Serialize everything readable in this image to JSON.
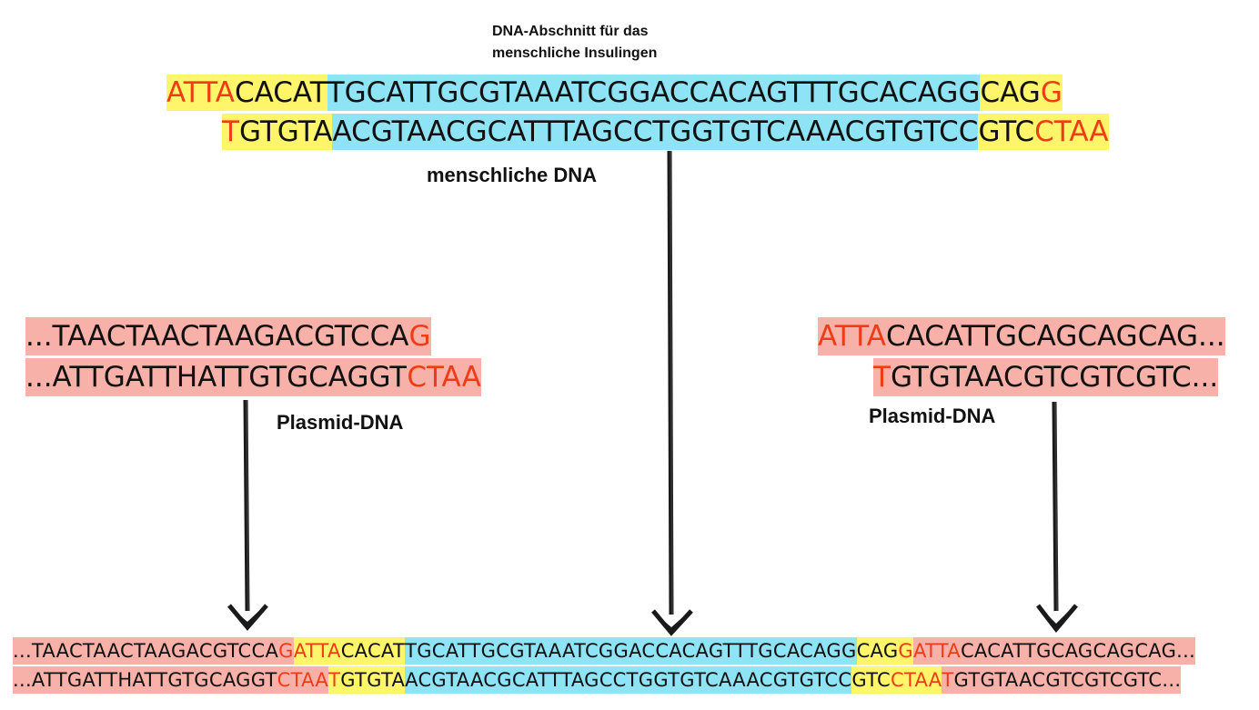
{
  "labels": {
    "insulin_gene_line1": "DNA-Abschnitt für das",
    "insulin_gene_line2": "menschliche Insulingen",
    "human_dna": "menschliche DNA",
    "plasmid_left": "Plasmid-DNA",
    "plasmid_right": "Plasmid-DNA"
  },
  "human_dna": {
    "top": [
      {
        "text": "ATTA",
        "bg": "yellow",
        "red": true
      },
      {
        "text": "CACAT",
        "bg": "yellow",
        "red": false
      },
      {
        "text": "TGCATTGCGTAAATCGGACCACAGTTTGCACAGG",
        "bg": "blue",
        "red": false
      },
      {
        "text": "CAG",
        "bg": "yellow",
        "red": false
      },
      {
        "text": "G",
        "bg": "yellow",
        "red": true
      }
    ],
    "bottom": [
      {
        "text": "T",
        "bg": "yellow",
        "red": true
      },
      {
        "text": "GTGTA",
        "bg": "yellow",
        "red": false
      },
      {
        "text": "ACGTAACGCATTTAGCCTGGTGTCAAACGTGTCC",
        "bg": "blue",
        "red": false
      },
      {
        "text": "GTC",
        "bg": "yellow",
        "red": false
      },
      {
        "text": "CTAA",
        "bg": "yellow",
        "red": true
      }
    ]
  },
  "plasmid_left": {
    "top": [
      {
        "text": "...TAACTAACTAAGACGTCCA",
        "bg": "pink",
        "red": false
      },
      {
        "text": "G",
        "bg": "pink",
        "red": true
      }
    ],
    "bottom": [
      {
        "text": "...ATTGATTHATTGTGCAGGT",
        "bg": "pink",
        "red": false
      },
      {
        "text": "CTAA",
        "bg": "pink",
        "red": true
      }
    ]
  },
  "plasmid_right": {
    "top": [
      {
        "text": "ATTA",
        "bg": "pink",
        "red": true
      },
      {
        "text": "CACATTGCAGCAGCAG...",
        "bg": "pink",
        "red": false
      }
    ],
    "bottom": [
      {
        "text": "T",
        "bg": "pink",
        "red": true
      },
      {
        "text": "GTGTAACGTCGTCGTC...",
        "bg": "pink",
        "red": false
      }
    ]
  },
  "recombinant": {
    "top": [
      {
        "text": "...TAACTAACTAAGACGTCCA",
        "bg": "pink",
        "red": false
      },
      {
        "text": "G",
        "bg": "pink",
        "red": true
      },
      {
        "text": "ATTA",
        "bg": "yellow",
        "red": true
      },
      {
        "text": "CACAT",
        "bg": "yellow",
        "red": false
      },
      {
        "text": "TGCATTGCGTAAATCGGACCACAGTTTGCACAGG",
        "bg": "blue",
        "red": false
      },
      {
        "text": "CAG",
        "bg": "yellow",
        "red": false
      },
      {
        "text": "G",
        "bg": "yellow",
        "red": true
      },
      {
        "text": "ATTA",
        "bg": "pink",
        "red": true
      },
      {
        "text": "CACATTGCAGCAGCAG...",
        "bg": "pink",
        "red": false
      }
    ],
    "bottom": [
      {
        "text": "...ATTGATTHATTGTGCAGGT",
        "bg": "pink",
        "red": false
      },
      {
        "text": "CTAA",
        "bg": "pink",
        "red": true
      },
      {
        "text": "T",
        "bg": "yellow",
        "red": true
      },
      {
        "text": "GTGTA",
        "bg": "yellow",
        "red": false
      },
      {
        "text": "ACGTAACGCATTTAGCCTGGTGTCAAACGTGTCC",
        "bg": "blue",
        "red": false
      },
      {
        "text": "GTC",
        "bg": "yellow",
        "red": false
      },
      {
        "text": "CTAA",
        "bg": "yellow",
        "red": true
      },
      {
        "text": "T",
        "bg": "pink",
        "red": true
      },
      {
        "text": "GTGTAACGTCGTCGTC...",
        "bg": "pink",
        "red": false
      }
    ]
  },
  "colors": {
    "yellow": "#fef56b",
    "blue": "#8ee3f5",
    "pink": "#f8b1a8",
    "red_base": "#ee3d16",
    "arrow": "#1a1a1a"
  }
}
